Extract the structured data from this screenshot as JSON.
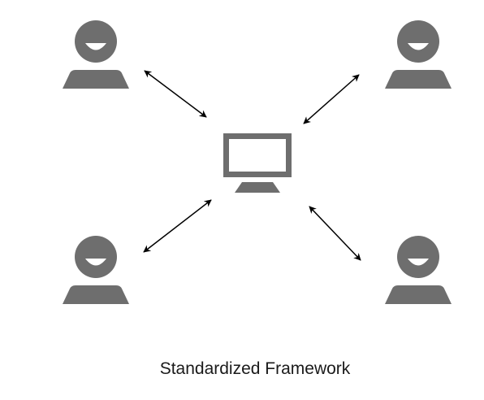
{
  "diagram": {
    "caption": "Standardized Framework",
    "colors": {
      "icon": "#6e6e6e",
      "arrow": "#000000",
      "background": "#ffffff"
    },
    "central_node": {
      "icon": "computer-monitor-icon"
    },
    "user_nodes": [
      {
        "id": "top-left",
        "icon": "user-icon"
      },
      {
        "id": "top-right",
        "icon": "user-icon"
      },
      {
        "id": "bottom-left",
        "icon": "user-icon"
      },
      {
        "id": "bottom-right",
        "icon": "user-icon"
      }
    ],
    "connections": [
      {
        "from": "top-left",
        "to": "computer",
        "direction": "bidirectional"
      },
      {
        "from": "top-right",
        "to": "computer",
        "direction": "bidirectional"
      },
      {
        "from": "bottom-left",
        "to": "computer",
        "direction": "bidirectional"
      },
      {
        "from": "bottom-right",
        "to": "computer",
        "direction": "bidirectional"
      }
    ]
  }
}
